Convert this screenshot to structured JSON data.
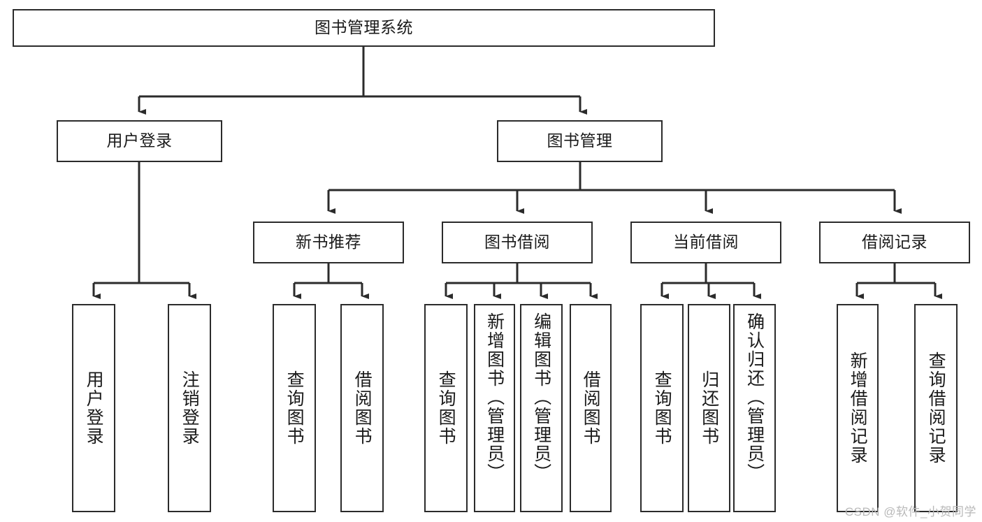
{
  "diagram": {
    "title": "图书管理系统",
    "type": "tree",
    "orientation": "top-down",
    "colors": {
      "box_border": "#2b2b2b",
      "box_fill": "#ffffff",
      "connector": "#2b2b2b",
      "text": "#1a1a1a",
      "watermark": "#b9b9b9",
      "background": "#ffffff"
    },
    "root": {
      "id": "root",
      "label": "图书管理系统",
      "orientation": "horizontal"
    },
    "level2": [
      {
        "id": "user-login",
        "label": "用户登录",
        "orientation": "horizontal"
      },
      {
        "id": "book-manage",
        "label": "图书管理",
        "orientation": "horizontal"
      }
    ],
    "level3": [
      {
        "id": "new-book-recommend",
        "label": "新书推荐",
        "orientation": "horizontal",
        "parent": "book-manage"
      },
      {
        "id": "book-borrow",
        "label": "图书借阅",
        "orientation": "horizontal",
        "parent": "book-manage"
      },
      {
        "id": "current-borrow",
        "label": "当前借阅",
        "orientation": "horizontal",
        "parent": "book-manage"
      },
      {
        "id": "borrow-record",
        "label": "借阅记录",
        "orientation": "horizontal",
        "parent": "book-manage"
      }
    ],
    "leaves": [
      {
        "id": "leaf-user-login",
        "label": "用户登录",
        "parent": "user-login",
        "orientation": "vertical"
      },
      {
        "id": "leaf-logout-login",
        "label": "注销登录",
        "parent": "user-login",
        "orientation": "vertical"
      },
      {
        "id": "leaf-query-book-1",
        "label": "查询图书",
        "parent": "new-book-recommend",
        "orientation": "vertical"
      },
      {
        "id": "leaf-borrow-book-1",
        "label": "借阅图书",
        "parent": "new-book-recommend",
        "orientation": "vertical"
      },
      {
        "id": "leaf-query-book-2",
        "label": "查询图书",
        "parent": "book-borrow",
        "orientation": "vertical"
      },
      {
        "id": "leaf-add-book",
        "label": "新增图书（管理员）",
        "parent": "book-borrow",
        "orientation": "vertical"
      },
      {
        "id": "leaf-edit-book",
        "label": "编辑图书（管理员）",
        "parent": "book-borrow",
        "orientation": "vertical"
      },
      {
        "id": "leaf-borrow-book-2",
        "label": "借阅图书",
        "parent": "book-borrow",
        "orientation": "vertical"
      },
      {
        "id": "leaf-query-book-3",
        "label": "查询图书",
        "parent": "current-borrow",
        "orientation": "vertical"
      },
      {
        "id": "leaf-return-book",
        "label": "归还图书",
        "parent": "current-borrow",
        "orientation": "vertical"
      },
      {
        "id": "leaf-confirm-return",
        "label": "确认归还（管理员）",
        "parent": "current-borrow",
        "orientation": "vertical"
      },
      {
        "id": "leaf-add-record",
        "label": "新增借阅记录",
        "parent": "borrow-record",
        "orientation": "vertical"
      },
      {
        "id": "leaf-query-record",
        "label": "查询借阅记录",
        "parent": "borrow-record",
        "orientation": "vertical"
      }
    ]
  },
  "watermark": {
    "text": "CSDN @软件_小贺同学"
  }
}
